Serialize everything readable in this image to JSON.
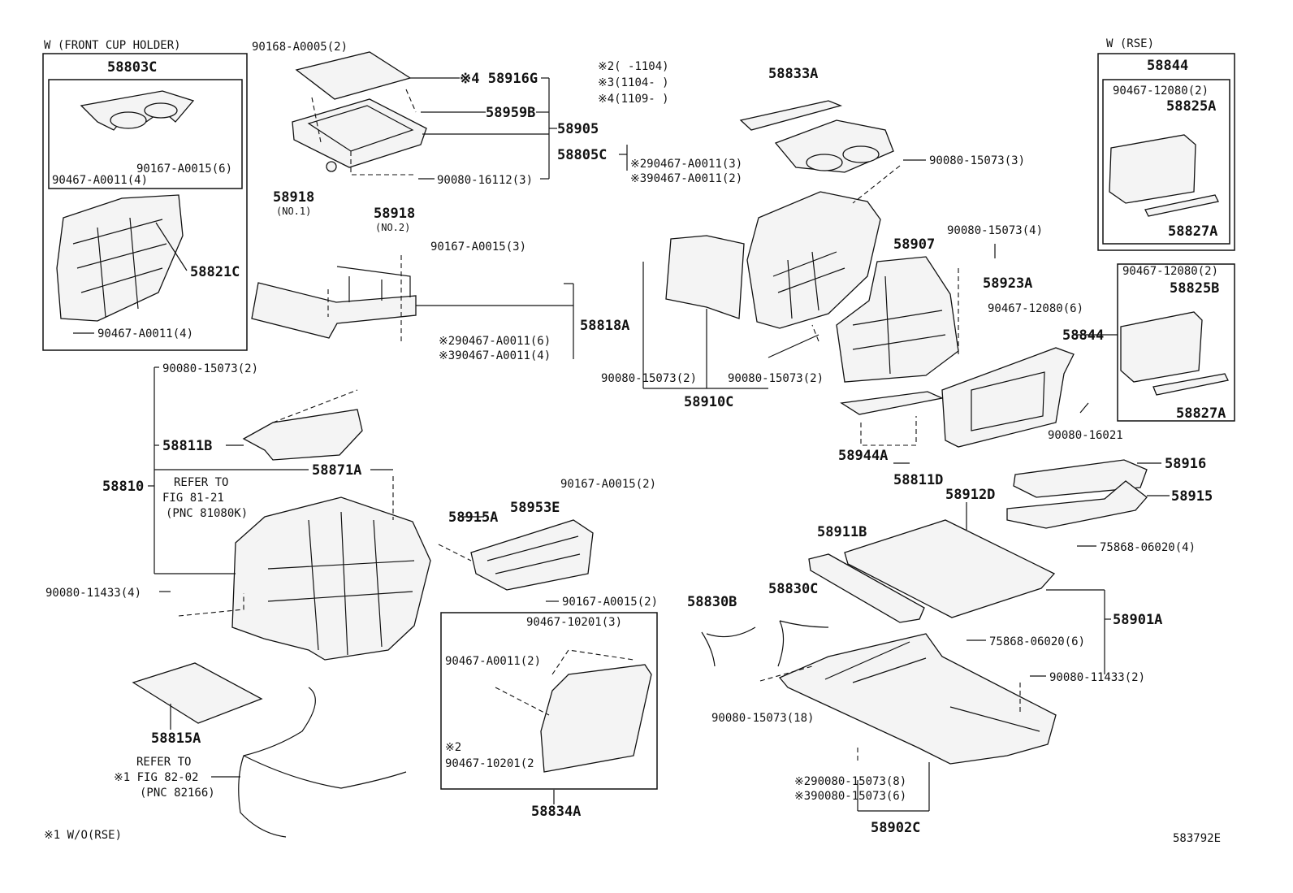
{
  "sections": {
    "front_cup_holder": "W (FRONT CUP HOLDER)",
    "rse": "W (RSE)"
  },
  "notes": {
    "n2": "※2(   -1104)",
    "n3": "※3(1104-   )",
    "n4": "※4(1109-   )",
    "n1": "※1 W/O(RSE)",
    "fig_code": "583792E"
  },
  "labels": [
    {
      "id": "p58803C",
      "text": "58803C"
    },
    {
      "id": "p90467A0011_4a",
      "text": "90467-A0011(4)"
    },
    {
      "id": "p90167A0015_6",
      "text": "90167-A0015(6)"
    },
    {
      "id": "p58821C",
      "text": "58821C"
    },
    {
      "id": "p90467A0011_4b",
      "text": "90467-A0011(4)"
    },
    {
      "id": "p90168A0005_2",
      "text": "90168-A0005(2)"
    },
    {
      "id": "p58916G",
      "text": "※4 58916G"
    },
    {
      "id": "p58959B",
      "text": "58959B"
    },
    {
      "id": "p58905",
      "text": "58905"
    },
    {
      "id": "p90080_16112_3",
      "text": "90080-16112(3)"
    },
    {
      "id": "p58918a",
      "text": "58918"
    },
    {
      "id": "p58918a_no",
      "text": "(NO.1)"
    },
    {
      "id": "p58918b",
      "text": "58918"
    },
    {
      "id": "p58918b_no",
      "text": "(NO.2)"
    },
    {
      "id": "p58833A",
      "text": "58833A"
    },
    {
      "id": "p58805C",
      "text": "58805C"
    },
    {
      "id": "p58805C_a",
      "text": "※290467-A0011(3)"
    },
    {
      "id": "p58805C_b",
      "text": "※390467-A0011(2)"
    },
    {
      "id": "p90080_15073_3",
      "text": "90080-15073(3)"
    },
    {
      "id": "p58844a",
      "text": "58844"
    },
    {
      "id": "p90467_12080_2a",
      "text": "90467-12080(2)"
    },
    {
      "id": "p58825A",
      "text": "58825A"
    },
    {
      "id": "p58827Aa",
      "text": "58827A"
    },
    {
      "id": "p90167A0015_3",
      "text": "90167-A0015(3)"
    },
    {
      "id": "p58818A",
      "text": "58818A"
    },
    {
      "id": "p58818A_a",
      "text": "※290467-A0011(6)"
    },
    {
      "id": "p58818A_b",
      "text": "※390467-A0011(4)"
    },
    {
      "id": "p58907",
      "text": "58907"
    },
    {
      "id": "p90080_15073_4",
      "text": "90080-15073(4)"
    },
    {
      "id": "p58923A",
      "text": "58923A"
    },
    {
      "id": "p90467_12080_6",
      "text": "90467-12080(6)"
    },
    {
      "id": "p90467_12080_2b",
      "text": "90467-12080(2)"
    },
    {
      "id": "p58825B",
      "text": "58825B"
    },
    {
      "id": "p58844b",
      "text": "58844"
    },
    {
      "id": "p58827Ab",
      "text": "58827A"
    },
    {
      "id": "p90080_16021",
      "text": "90080-16021"
    },
    {
      "id": "p90080_15073_2a",
      "text": "90080-15073(2)"
    },
    {
      "id": "p90080_15073_2b",
      "text": "90080-15073(2)"
    },
    {
      "id": "p90080_15073_2c",
      "text": "90080-15073(2)"
    },
    {
      "id": "p58910C",
      "text": "58910C"
    },
    {
      "id": "p58944A",
      "text": "58944A"
    },
    {
      "id": "p58811D",
      "text": "58811D"
    },
    {
      "id": "p58811B",
      "text": "58811B"
    },
    {
      "id": "p58810",
      "text": "58810"
    },
    {
      "id": "p58871A",
      "text": "58871A"
    },
    {
      "id": "p_refer1",
      "text": "REFER TO"
    },
    {
      "id": "p_refer1b",
      "text": "FIG 81-21"
    },
    {
      "id": "p_refer1c",
      "text": "(PNC 81080K)"
    },
    {
      "id": "p58915A",
      "text": "58915A"
    },
    {
      "id": "p90167A0015_2a",
      "text": "90167-A0015(2)"
    },
    {
      "id": "p58953E",
      "text": "58953E"
    },
    {
      "id": "p90167A0015_2b",
      "text": "90167-A0015(2)"
    },
    {
      "id": "p90080_11433_4",
      "text": "90080-11433(4)"
    },
    {
      "id": "p58916",
      "text": "58916"
    },
    {
      "id": "p58915",
      "text": "58915"
    },
    {
      "id": "p58912D",
      "text": "58912D"
    },
    {
      "id": "p75868_06020_4",
      "text": "75868-06020(4)"
    },
    {
      "id": "p58911B",
      "text": "58911B"
    },
    {
      "id": "p58901A",
      "text": "58901A"
    },
    {
      "id": "p58830B",
      "text": "58830B"
    },
    {
      "id": "p58830C",
      "text": "58830C"
    },
    {
      "id": "p75868_06020_6",
      "text": "75868-06020(6)"
    },
    {
      "id": "p90467_10201_3",
      "text": "90467-10201(3)"
    },
    {
      "id": "p90467A0011_2",
      "text": "90467-A0011(2)"
    },
    {
      "id": "p90467_10201_2_n",
      "text": "※2"
    },
    {
      "id": "p90467_10201_2",
      "text": "90467-10201(2"
    },
    {
      "id": "p58834A",
      "text": "58834A"
    },
    {
      "id": "p58815A",
      "text": "58815A"
    },
    {
      "id": "p_refer2",
      "text": "REFER TO"
    },
    {
      "id": "p_refer2b",
      "text": "※1 FIG 82-02"
    },
    {
      "id": "p_refer2c",
      "text": "(PNC 82166)"
    },
    {
      "id": "p90080_15073_18",
      "text": "90080-15073(18)"
    },
    {
      "id": "p90080_11433_2",
      "text": "90080-11433(2)"
    },
    {
      "id": "p58902C_a",
      "text": "※290080-15073(8)"
    },
    {
      "id": "p58902C_b",
      "text": "※390080-15073(6)"
    },
    {
      "id": "p58902C",
      "text": "58902C"
    }
  ]
}
